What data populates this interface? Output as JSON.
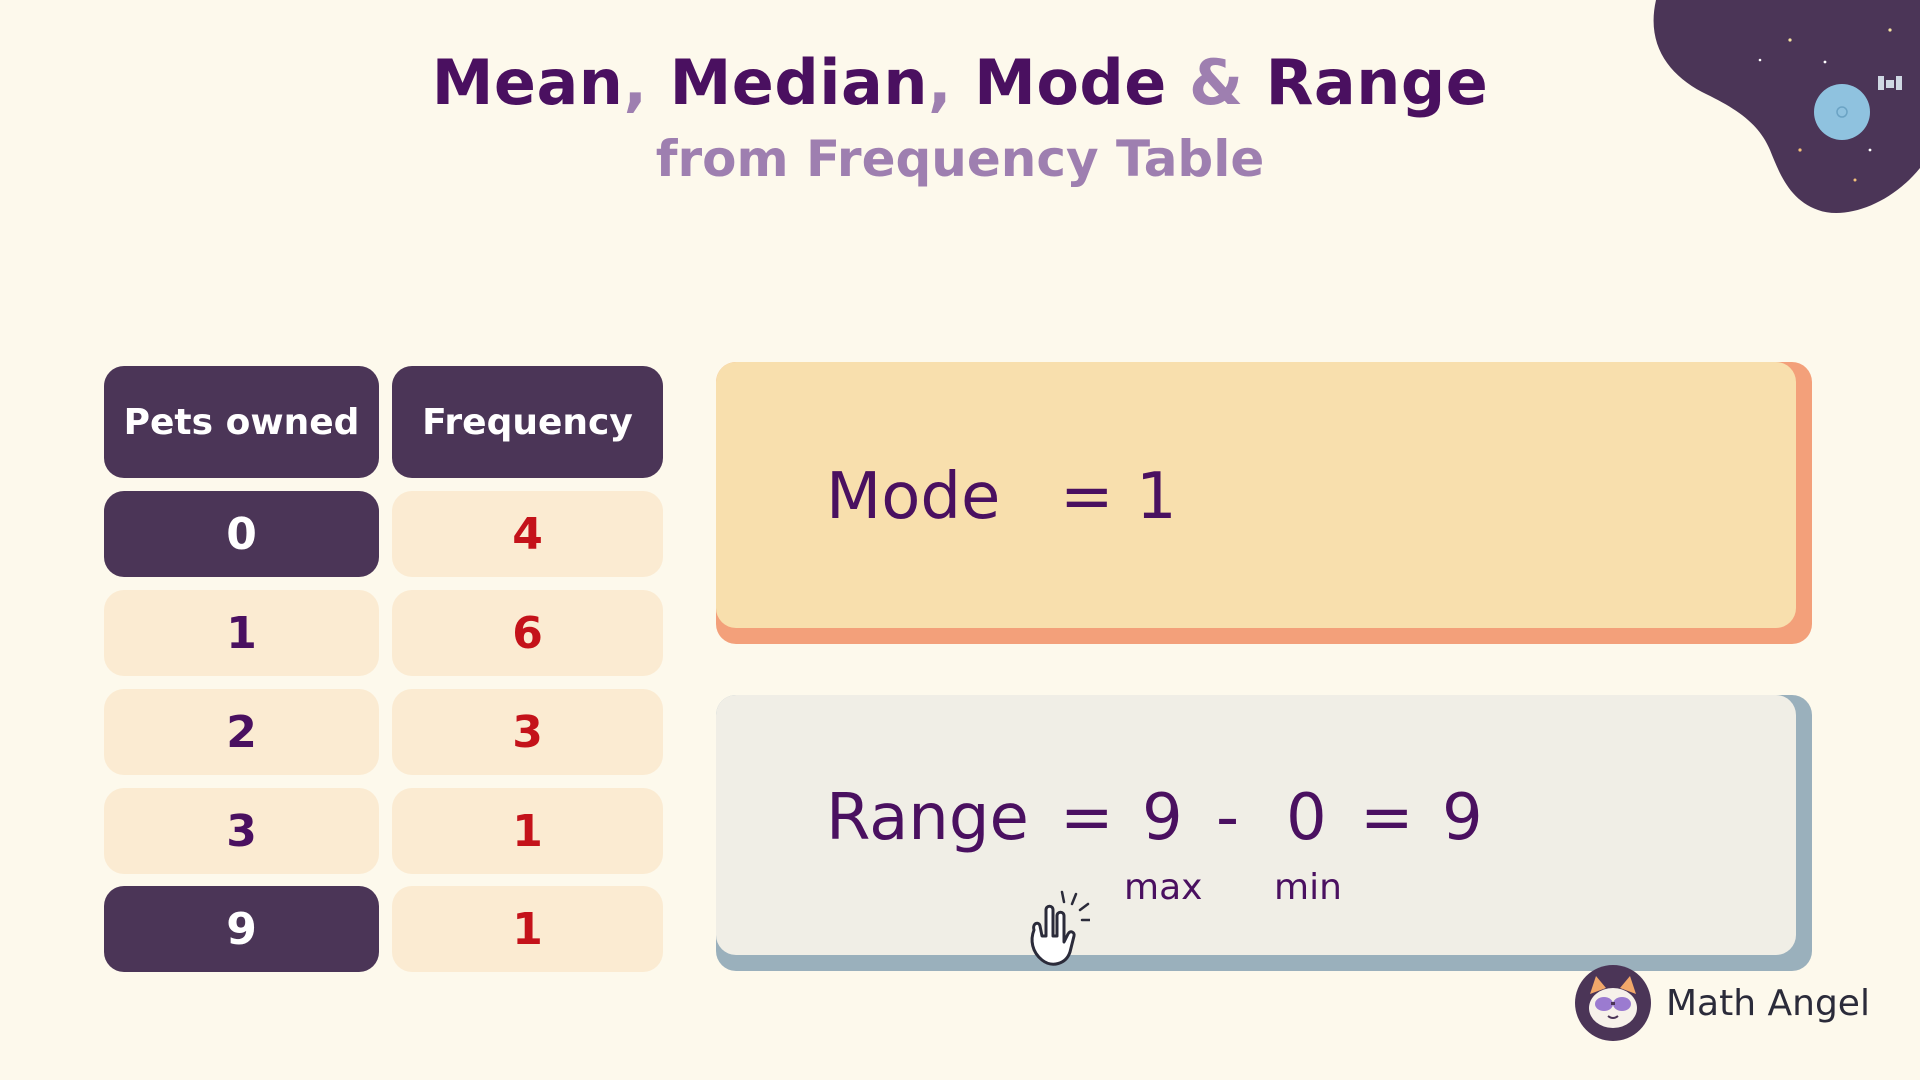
{
  "title": {
    "word1": "Mean",
    "comma1": ",",
    "word2": "Median",
    "comma2": ",",
    "word3": "Mode",
    "amp": "&",
    "word4": "Range"
  },
  "subtitle": "from Frequency Table",
  "table": {
    "headers": [
      "Pets owned",
      "Frequency"
    ],
    "rows": [
      {
        "pets": "0",
        "frequency": "4"
      },
      {
        "pets": "1",
        "frequency": "6"
      },
      {
        "pets": "2",
        "frequency": "3"
      },
      {
        "pets": "3",
        "frequency": "1"
      },
      {
        "pets": "9",
        "frequency": "1"
      }
    ]
  },
  "mode": {
    "label": "Mode",
    "equals": "=",
    "value": "1"
  },
  "range": {
    "label": "Range",
    "eq1": "=",
    "max": "9",
    "minus": "-",
    "min": "0",
    "eq2": "=",
    "result": "9",
    "max_label": "max",
    "min_label": "min"
  },
  "brand": {
    "name": "Math Angel"
  },
  "colors": {
    "title": "#4a1060",
    "accent": "#9e7fb0",
    "header_bg": "#4b3557",
    "cell_bg": "#fbebd2",
    "freq_text": "#c4121a",
    "mode_card": "#f8dfad",
    "range_card": "#f0eee6"
  }
}
